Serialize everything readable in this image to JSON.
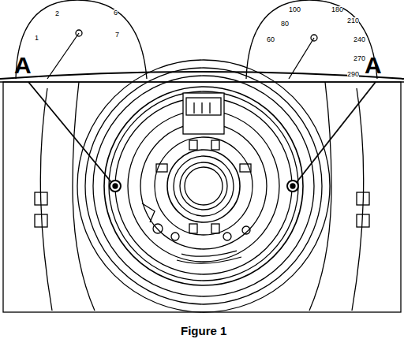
{
  "diagram": {
    "caption": "Figure 1",
    "labels": [
      "A",
      "A",
      "2",
      "1",
      "6",
      "7",
      "100",
      "180",
      "60",
      "80",
      "210",
      "240",
      "270",
      "290"
    ]
  }
}
